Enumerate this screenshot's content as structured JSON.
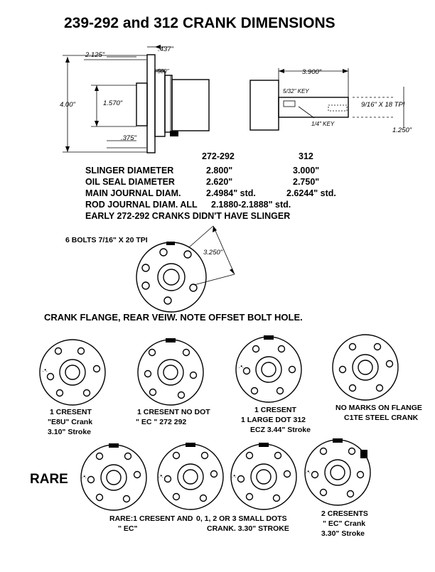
{
  "title": "239-292 and 312 CRANK DIMENSIONS",
  "side_view": {
    "dims": {
      "offset_2125": "2.125\"",
      "width_437": ".437\"",
      "step_500": ".500\"",
      "dia_400": "4.00\"",
      "dia_1570": "1.570\"",
      "depth_375": ".375\""
    }
  },
  "snout_view": {
    "dims": {
      "len_3900": "3.900\"",
      "key_532": "5/32\" KEY",
      "thread": "9/16\" X 18 TPI",
      "key_14": "1/4\" KEY",
      "dia_1250": "1.250\""
    }
  },
  "spec_table": {
    "col_a": "272-292",
    "col_b": "312",
    "rows": [
      {
        "label": "SLINGER DIAMETER",
        "a": "2.800\"",
        "b": "3.000\""
      },
      {
        "label": "OIL SEAL DIAMETER",
        "a": "2.620\"",
        "b": "2.750\""
      },
      {
        "label": "MAIN JOURNAL DIAM.",
        "a": "2.4984\" std.",
        "b": "2.6244\" std."
      },
      {
        "label": "ROD JOURNAL DIAM. ALL",
        "a": "2.1880-2.1888\" std.",
        "b": ""
      }
    ],
    "note": "EARLY 272-292 CRANKS DIDN'T HAVE SLINGER"
  },
  "flange_main": {
    "bolts_label": "6 BOLTS 7/16\" X 20 TPI",
    "circle_dim": "3.250\"",
    "caption": "CRANK FLANGE, REAR VEIW. NOTE OFFSET BOLT HOLE."
  },
  "flange_row1": [
    {
      "line1": "1 CRESENT",
      "line2": "\"E8U\" Crank",
      "line3": "3.10\" Stroke"
    },
    {
      "line1": "1 CRESENT NO DOT",
      "line2": "\" EC \"     272 292",
      "line3": ""
    },
    {
      "line1": "1 CRESENT",
      "line2": "1 LARGE DOT 312",
      "line3": "ECZ  3.44\" Stroke"
    },
    {
      "line1": "NO MARKS ON FLANGE",
      "line2": "C1TE STEEL CRANK",
      "line3": ""
    }
  ],
  "rare": {
    "label": "RARE",
    "caption_left_1": "RARE:1 CRESENT AND",
    "caption_left_2": "\" EC\"",
    "caption_mid_1": "0, 1, 2 OR 3 SMALL DOTS",
    "caption_mid_2": "CRANK.  3.30\" STROKE",
    "caption_right_1": "2 CRESENTS",
    "caption_right_2": "\" EC\" Crank",
    "caption_right_3": "3.30\" Stroke"
  }
}
